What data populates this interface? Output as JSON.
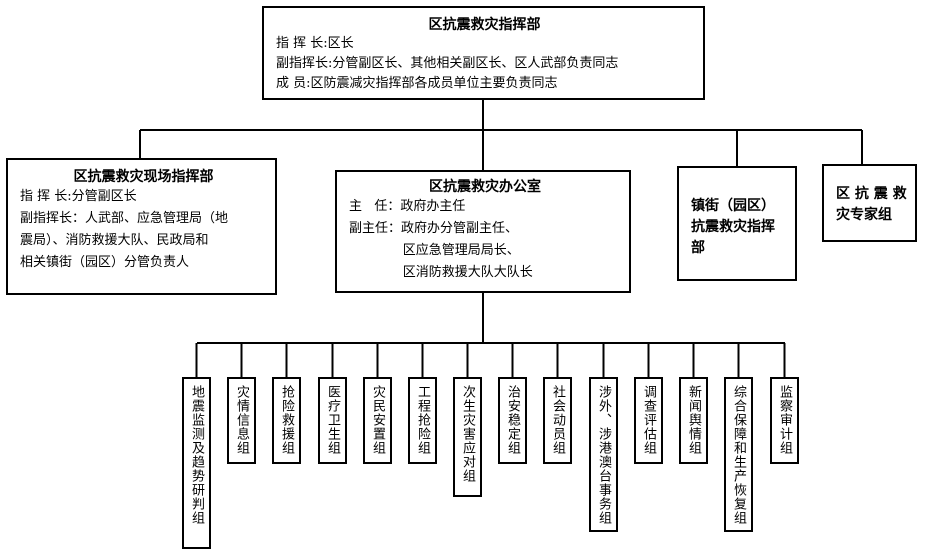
{
  "hq": {
    "title": "区抗震救灾指挥部",
    "lines": [
      "指  挥  长:区长",
      "副指挥长:分管副区长、其他相关副区长、区人武部负责同志",
      "成       员:区防震减灾指挥部各成员单位主要负责同志"
    ]
  },
  "field": {
    "title": "区抗震救灾现场指挥部",
    "lines": [
      "指  挥  长:分管副区长",
      "副指挥长：人武部、应急管理局（地",
      "震局）、消防救援大队、民政局和",
      "相关镇街（园区）分管负责人"
    ]
  },
  "office": {
    "title": "区抗震救灾办公室",
    "lines": [
      "主   任：政府办主任",
      "副主任：政府办分管副主任、",
      "             区应急管理局局长、",
      "             区消防救援大队大队长"
    ]
  },
  "town": {
    "title_lines": [
      "镇街（园区）",
      "抗震救灾指挥",
      "部"
    ]
  },
  "experts": {
    "title_lines": [
      "区 抗 震 救",
      "灾专家组"
    ]
  },
  "groups": [
    "地震监测及趋势研判组",
    "灾情信息组",
    "抢险救援组",
    "医疗卫生组",
    "灾民安置组",
    "工程抢险组",
    "次生灾害应对组",
    "治安稳定组",
    "社会动员组",
    "涉外、涉港澳台事务组",
    "调查评估组",
    "新闻舆情组",
    "综合保障和生产恢复组",
    "监察审计组"
  ]
}
